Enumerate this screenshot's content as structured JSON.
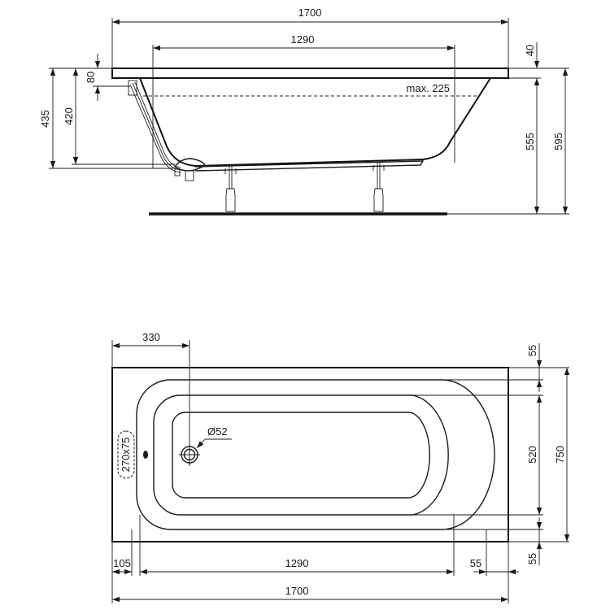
{
  "drawing": {
    "colors": {
      "line": "#1a1a1a",
      "background": "#ffffff"
    },
    "side_view": {
      "overall_length": "1700",
      "inner_length": "1290",
      "rim_thickness": "40",
      "overflow_offset": "80",
      "height_420": "420",
      "height_435": "435",
      "height_555": "555",
      "height_595": "595",
      "water_level": "max. 225"
    },
    "top_view": {
      "drain_offset": "330",
      "drain_diameter": "Ø52",
      "overflow_cutout": "270x75",
      "rim_top": "55",
      "inner_width": "520",
      "overall_width": "750",
      "rim_bottom": "55",
      "left_margin": "105",
      "inner_length": "1290",
      "right_margin": "55",
      "overall_length": "1700"
    }
  }
}
